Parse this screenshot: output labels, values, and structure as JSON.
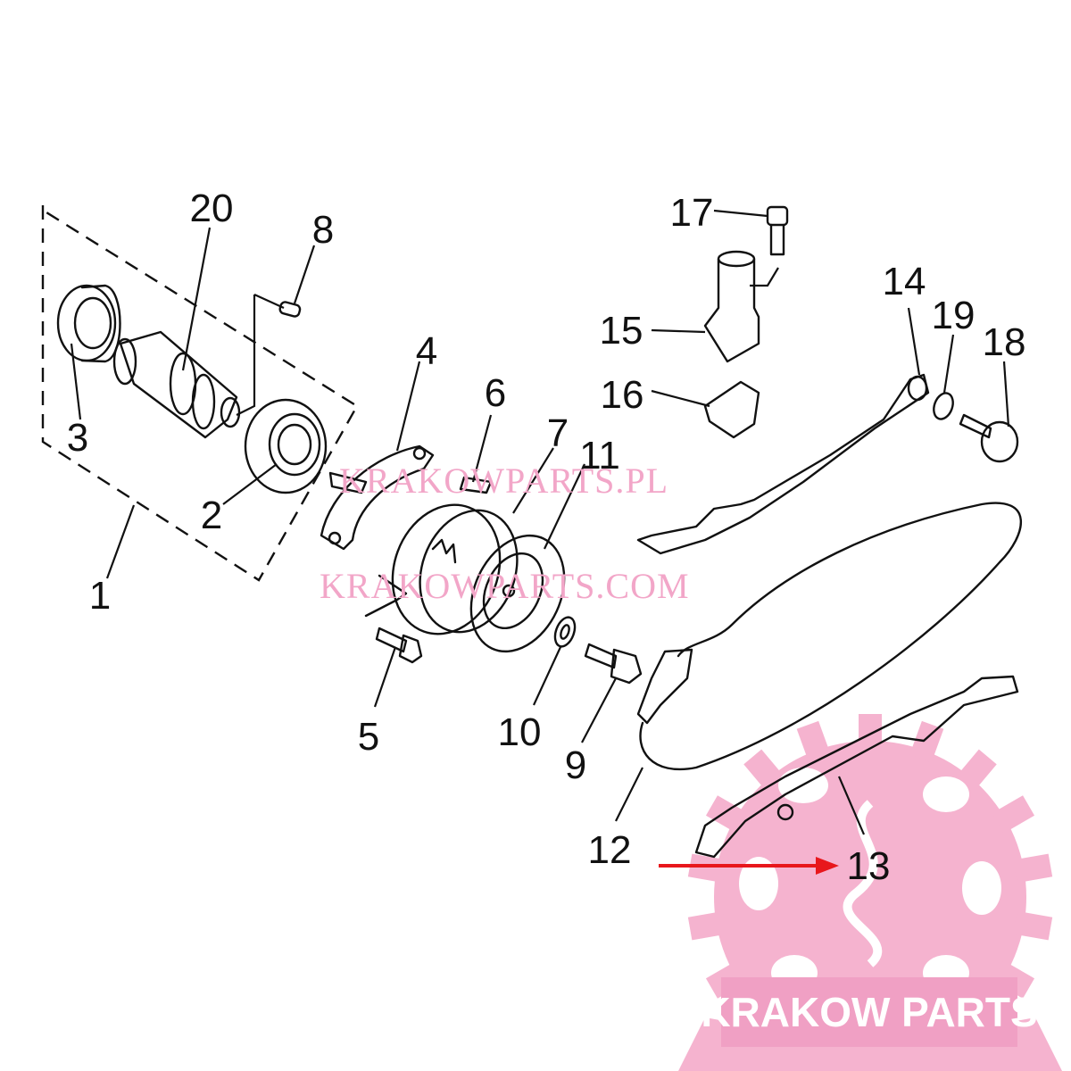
{
  "diagram": {
    "callouts": [
      "1",
      "2",
      "3",
      "4",
      "5",
      "6",
      "7",
      "8",
      "9",
      "10",
      "11",
      "12",
      "13",
      "14",
      "15",
      "16",
      "17",
      "18",
      "19",
      "20"
    ],
    "highlighted_part": "13",
    "highlight_color": "#e8171c"
  },
  "watermarks": {
    "line1": "KRAKOWPARTS.PL",
    "line2": "KRAKOWPARTS.COM",
    "color": "#f2a6c8"
  },
  "logo": {
    "text": "KRAKOW PARTS",
    "icon": "gear-dragon-logo",
    "color": "#f5b3cf"
  }
}
